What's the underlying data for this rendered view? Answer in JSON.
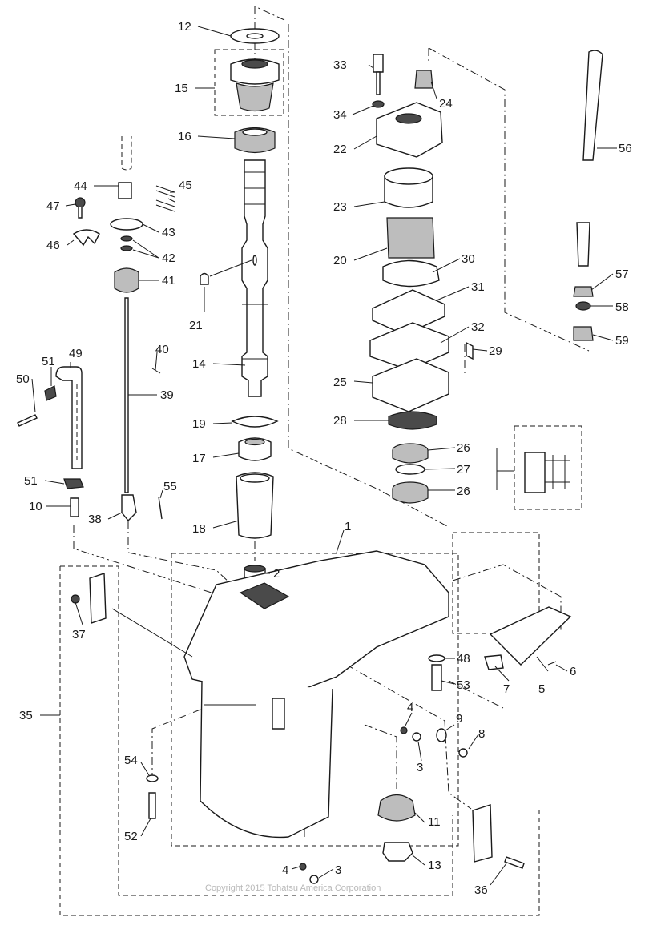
{
  "diagram": {
    "callouts": [
      {
        "id": "c1",
        "text": "1"
      },
      {
        "id": "c2",
        "text": "2"
      },
      {
        "id": "c3a",
        "text": "3"
      },
      {
        "id": "c3b",
        "text": "3"
      },
      {
        "id": "c4a",
        "text": "4"
      },
      {
        "id": "c4b",
        "text": "4"
      },
      {
        "id": "c5",
        "text": "5"
      },
      {
        "id": "c6",
        "text": "6"
      },
      {
        "id": "c7",
        "text": "7"
      },
      {
        "id": "c8",
        "text": "8"
      },
      {
        "id": "c9",
        "text": "9"
      },
      {
        "id": "c10",
        "text": "10"
      },
      {
        "id": "c11",
        "text": "11"
      },
      {
        "id": "c12",
        "text": "12"
      },
      {
        "id": "c13",
        "text": "13"
      },
      {
        "id": "c14",
        "text": "14"
      },
      {
        "id": "c15",
        "text": "15"
      },
      {
        "id": "c16",
        "text": "16"
      },
      {
        "id": "c17",
        "text": "17"
      },
      {
        "id": "c18",
        "text": "18"
      },
      {
        "id": "c19",
        "text": "19"
      },
      {
        "id": "c20",
        "text": "20"
      },
      {
        "id": "c21",
        "text": "21"
      },
      {
        "id": "c22",
        "text": "22"
      },
      {
        "id": "c23",
        "text": "23"
      },
      {
        "id": "c24",
        "text": "24"
      },
      {
        "id": "c25",
        "text": "25"
      },
      {
        "id": "c26a",
        "text": "26"
      },
      {
        "id": "c26b",
        "text": "26"
      },
      {
        "id": "c27",
        "text": "27"
      },
      {
        "id": "c28",
        "text": "28"
      },
      {
        "id": "c29",
        "text": "29"
      },
      {
        "id": "c30",
        "text": "30"
      },
      {
        "id": "c31",
        "text": "31"
      },
      {
        "id": "c32",
        "text": "32"
      },
      {
        "id": "c33",
        "text": "33"
      },
      {
        "id": "c34",
        "text": "34"
      },
      {
        "id": "c35",
        "text": "35"
      },
      {
        "id": "c36",
        "text": "36"
      },
      {
        "id": "c37",
        "text": "37"
      },
      {
        "id": "c38",
        "text": "38"
      },
      {
        "id": "c39",
        "text": "39"
      },
      {
        "id": "c40",
        "text": "40"
      },
      {
        "id": "c41",
        "text": "41"
      },
      {
        "id": "c42",
        "text": "42"
      },
      {
        "id": "c43",
        "text": "43"
      },
      {
        "id": "c44",
        "text": "44"
      },
      {
        "id": "c45",
        "text": "45"
      },
      {
        "id": "c46",
        "text": "46"
      },
      {
        "id": "c47",
        "text": "47"
      },
      {
        "id": "c48",
        "text": "48"
      },
      {
        "id": "c49",
        "text": "49"
      },
      {
        "id": "c50",
        "text": "50"
      },
      {
        "id": "c51a",
        "text": "51"
      },
      {
        "id": "c51b",
        "text": "51"
      },
      {
        "id": "c52",
        "text": "52"
      },
      {
        "id": "c53",
        "text": "53"
      },
      {
        "id": "c54",
        "text": "54"
      },
      {
        "id": "c55",
        "text": "55"
      },
      {
        "id": "c56",
        "text": "56"
      },
      {
        "id": "c57",
        "text": "57"
      },
      {
        "id": "c58",
        "text": "58"
      },
      {
        "id": "c59",
        "text": "59"
      }
    ],
    "copyright": "Copyright 2015 Tohatsu America Corporation"
  },
  "colors": {
    "line": "#1a1a1a",
    "background": "#ffffff",
    "part_dark": "#4a4a4a",
    "part_mid": "#bdbdbd",
    "watermark": "#b8b8b8"
  }
}
